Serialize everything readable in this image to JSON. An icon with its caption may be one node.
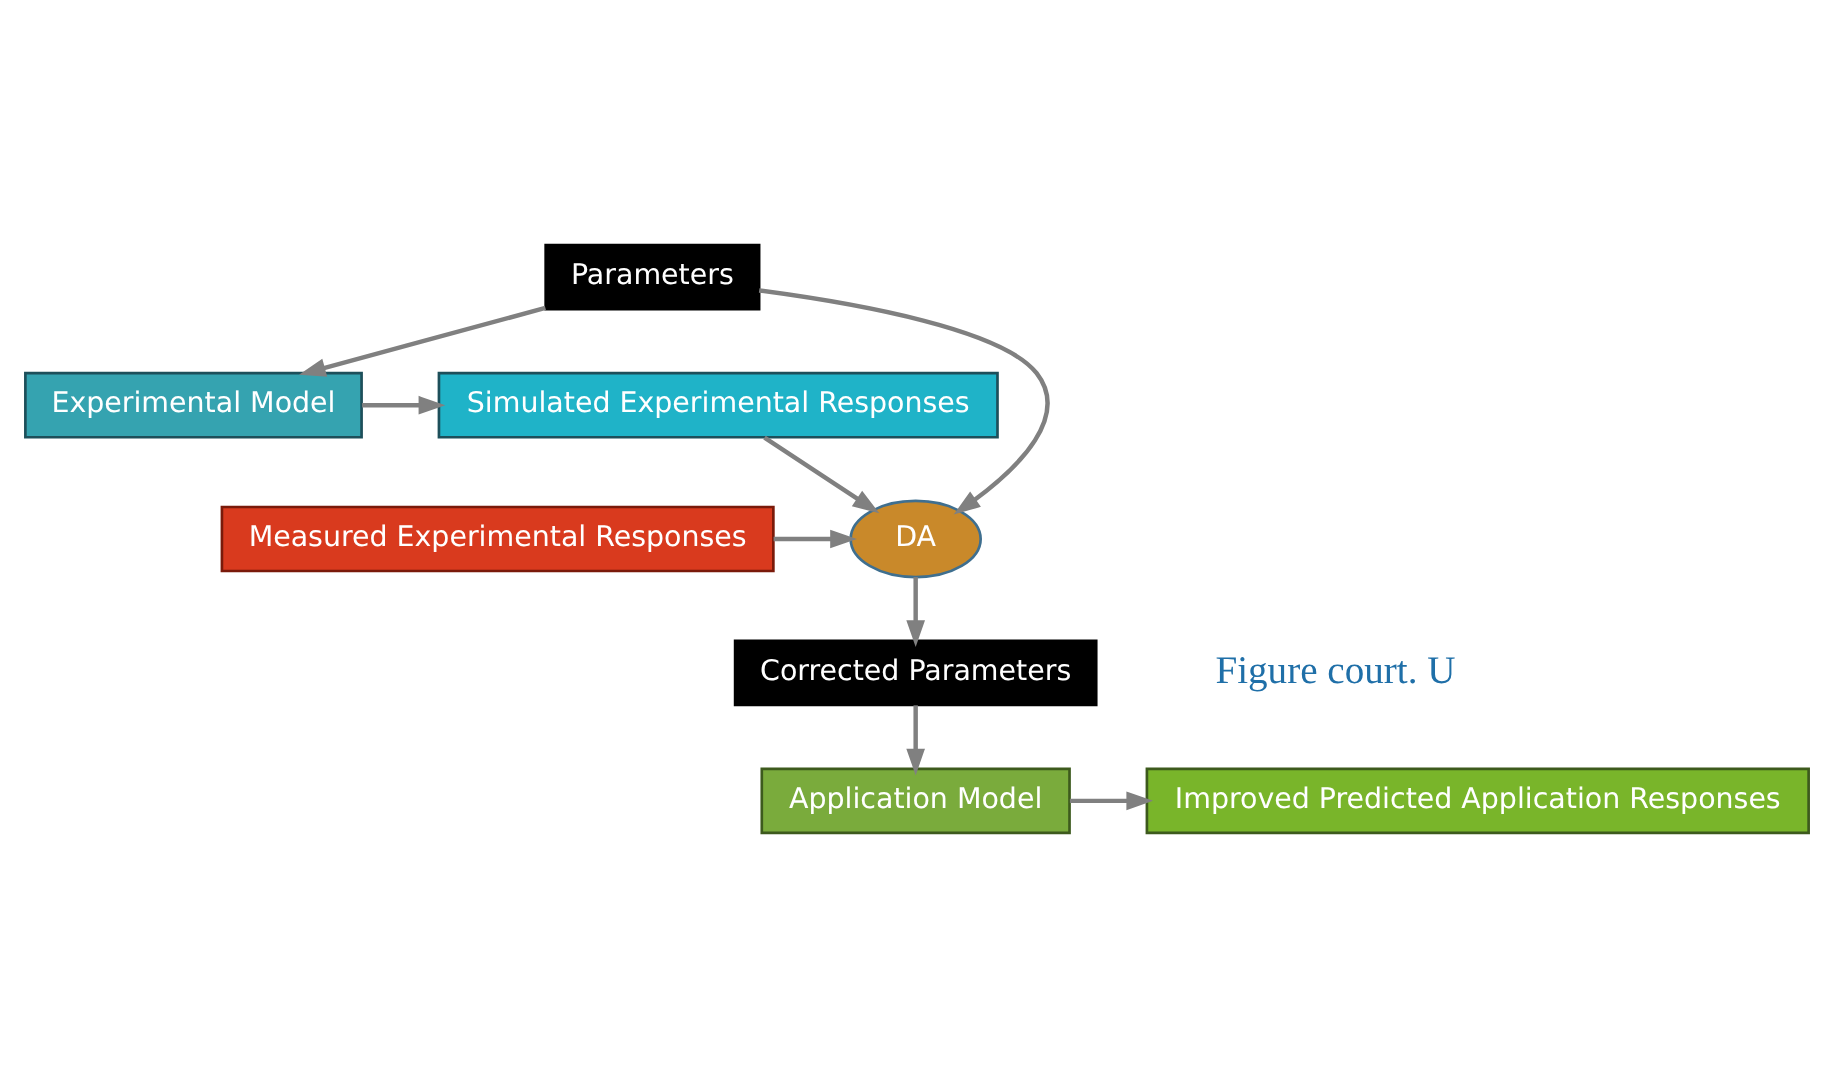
{
  "diagram": {
    "nodes": [
      {
        "text": [
          "Experimental Model"
        ]
      },
      {
        "text": [
          "Simulated Experimental Responses"
        ]
      },
      {
        "text": [
          "Parameters"
        ]
      },
      {
        "text": [
          "DA"
        ]
      },
      {
        "text": [
          "Measured Experimental Responses"
        ]
      },
      {
        "text": [
          "Corrected Parameters"
        ]
      },
      {
        "text": [
          "Application Model"
        ]
      },
      {
        "text": [
          "Improved Predicted Application Responses"
        ]
      }
    ],
    "edges": [
      {
        "from": 2,
        "to": 0,
        "arrow": "to"
      },
      {
        "from": 0,
        "to": 1,
        "arrow": "to"
      },
      {
        "from": 1,
        "to": 3,
        "arrow": "to"
      },
      {
        "from": 2,
        "to": 3,
        "arrow": "to"
      },
      {
        "from": 4,
        "to": 3,
        "arrow": "to"
      },
      {
        "from": 3,
        "to": 5,
        "arrow": "to"
      },
      {
        "from": 5,
        "to": 6,
        "arrow": "to"
      },
      {
        "from": 6,
        "to": 7,
        "arrow": "to"
      }
    ],
    "labels": [
      "Figure court. U"
    ]
  }
}
